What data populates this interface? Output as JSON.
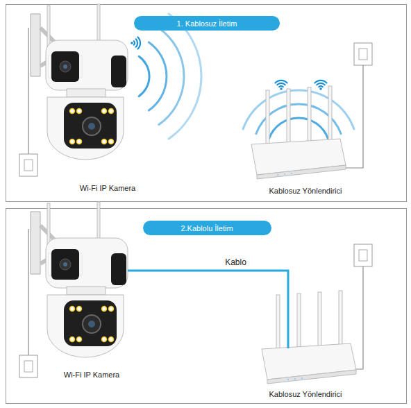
{
  "diagram": {
    "nodes": [
      {
        "text": [
          "1. Kablosuz İletim"
        ]
      },
      {
        "text": [
          "Wi-Fi IP Kamera"
        ]
      },
      {
        "text": [
          "Kablosuz Yönlendirici"
        ]
      },
      {
        "text": [
          "2.Kablolu İletim"
        ]
      },
      {
        "text": [
          "Wi-Fi IP Kamera"
        ]
      },
      {
        "text": [
          "Kablosuz Yönlendirici"
        ]
      }
    ],
    "edges": [
      {
        "from": 4,
        "to": 5,
        "arrow": "none",
        "label": "Kablo"
      }
    ]
  }
}
